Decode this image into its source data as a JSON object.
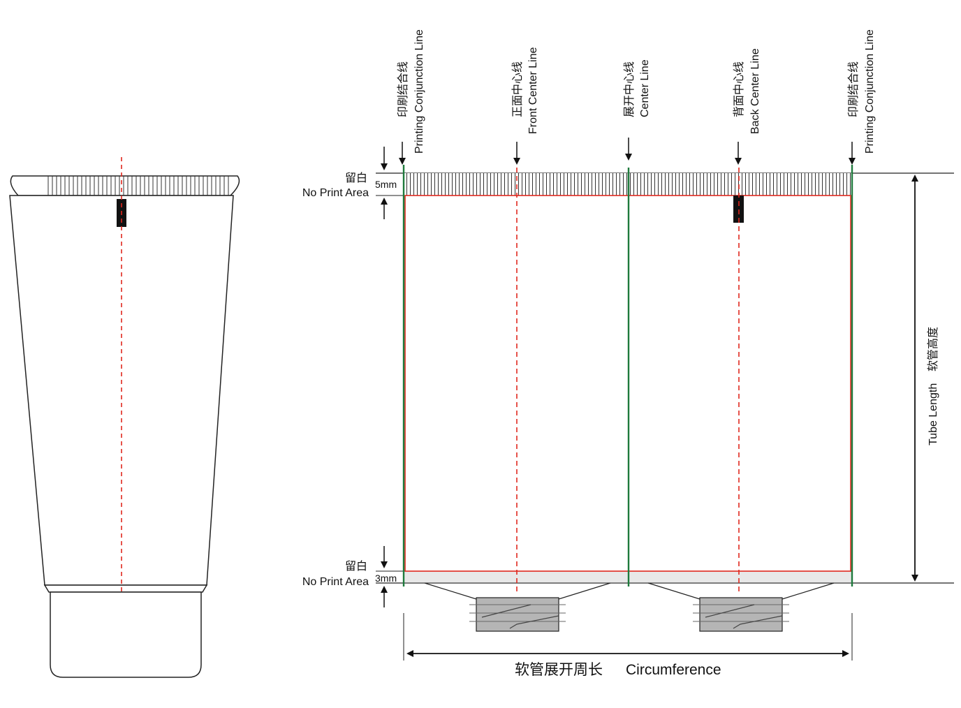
{
  "top_lines": [
    {
      "cn": "印刷结合线",
      "en": "Printing Conjunction Line"
    },
    {
      "cn": "正面中心线",
      "en": "Front Center Line"
    },
    {
      "cn": "展开中心线",
      "en": "Center Line"
    },
    {
      "cn": "背面中心线",
      "en": "Back Center Line"
    },
    {
      "cn": "印刷结合线",
      "en": "Printing Conjunction Line"
    }
  ],
  "no_print_top": {
    "cn": "留白",
    "en": "No Print Area",
    "value": "5mm"
  },
  "no_print_bottom": {
    "cn": "留白",
    "en": "No Print Area",
    "value": "3mm"
  },
  "tube_length": {
    "cn": "软管高度",
    "en": "Tube Length"
  },
  "circumference": {
    "cn": "软管展开周长",
    "en": "Circumference"
  },
  "colors": {
    "conjunction_line": "#1e7a3c",
    "center_dashed": "#e0281e",
    "print_border": "#e0281e",
    "thread_grey": "#b5b5b5",
    "outline": "#222222"
  }
}
